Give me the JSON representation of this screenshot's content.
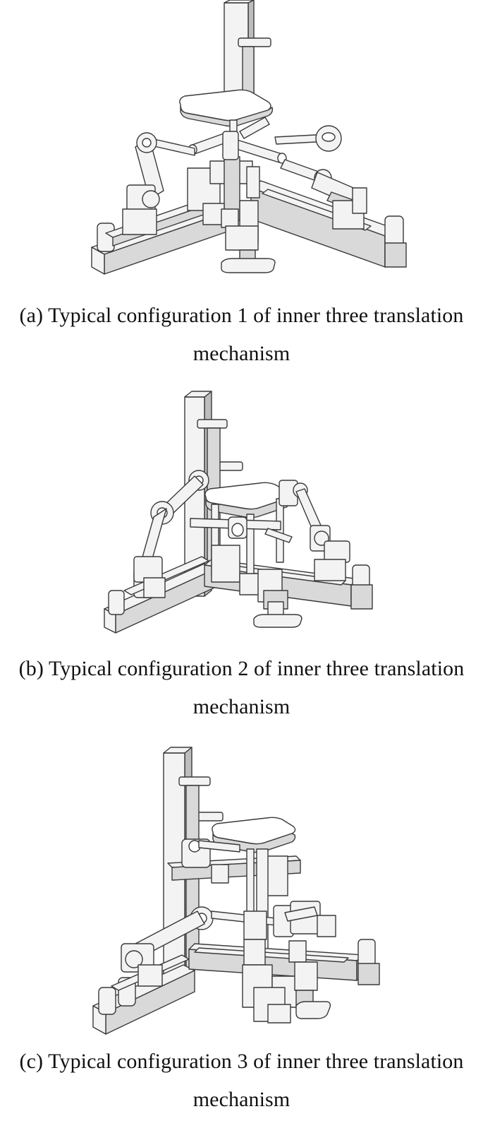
{
  "figures": [
    {
      "id": "a",
      "caption_line1": "(a) Typical configuration 1 of inner three translation",
      "caption_line2": "mechanism"
    },
    {
      "id": "b",
      "caption_line1": "(b) Typical configuration 2 of inner three translation",
      "caption_line2": "mechanism"
    },
    {
      "id": "c",
      "caption_line1": "(c) Typical configuration 3 of inner three translation",
      "caption_line2": "mechanism"
    }
  ]
}
